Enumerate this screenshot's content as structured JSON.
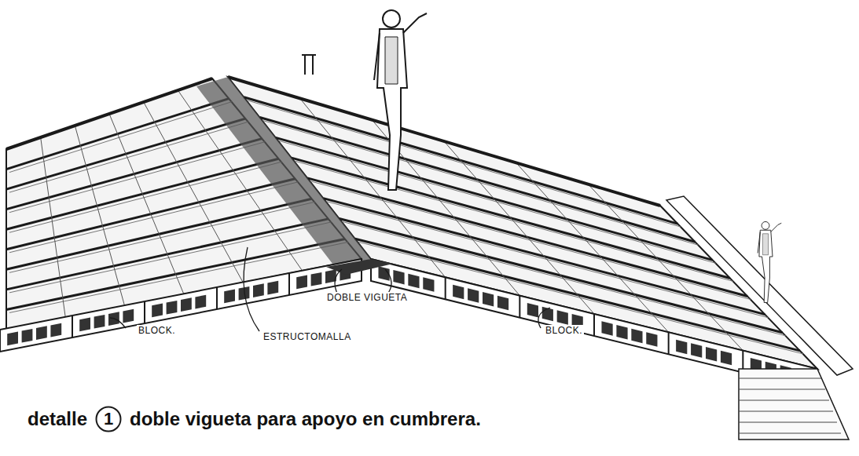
{
  "diagram": {
    "nodes": [
      {
        "text": [
          "1"
        ]
      }
    ],
    "labels": [
      "detalle",
      "doble vigueta para apoyo en cumbrera.",
      "BLOCK.",
      "ESTRUCTOMALLA",
      "DOBLE VIGUETA",
      "BLOCK."
    ]
  }
}
